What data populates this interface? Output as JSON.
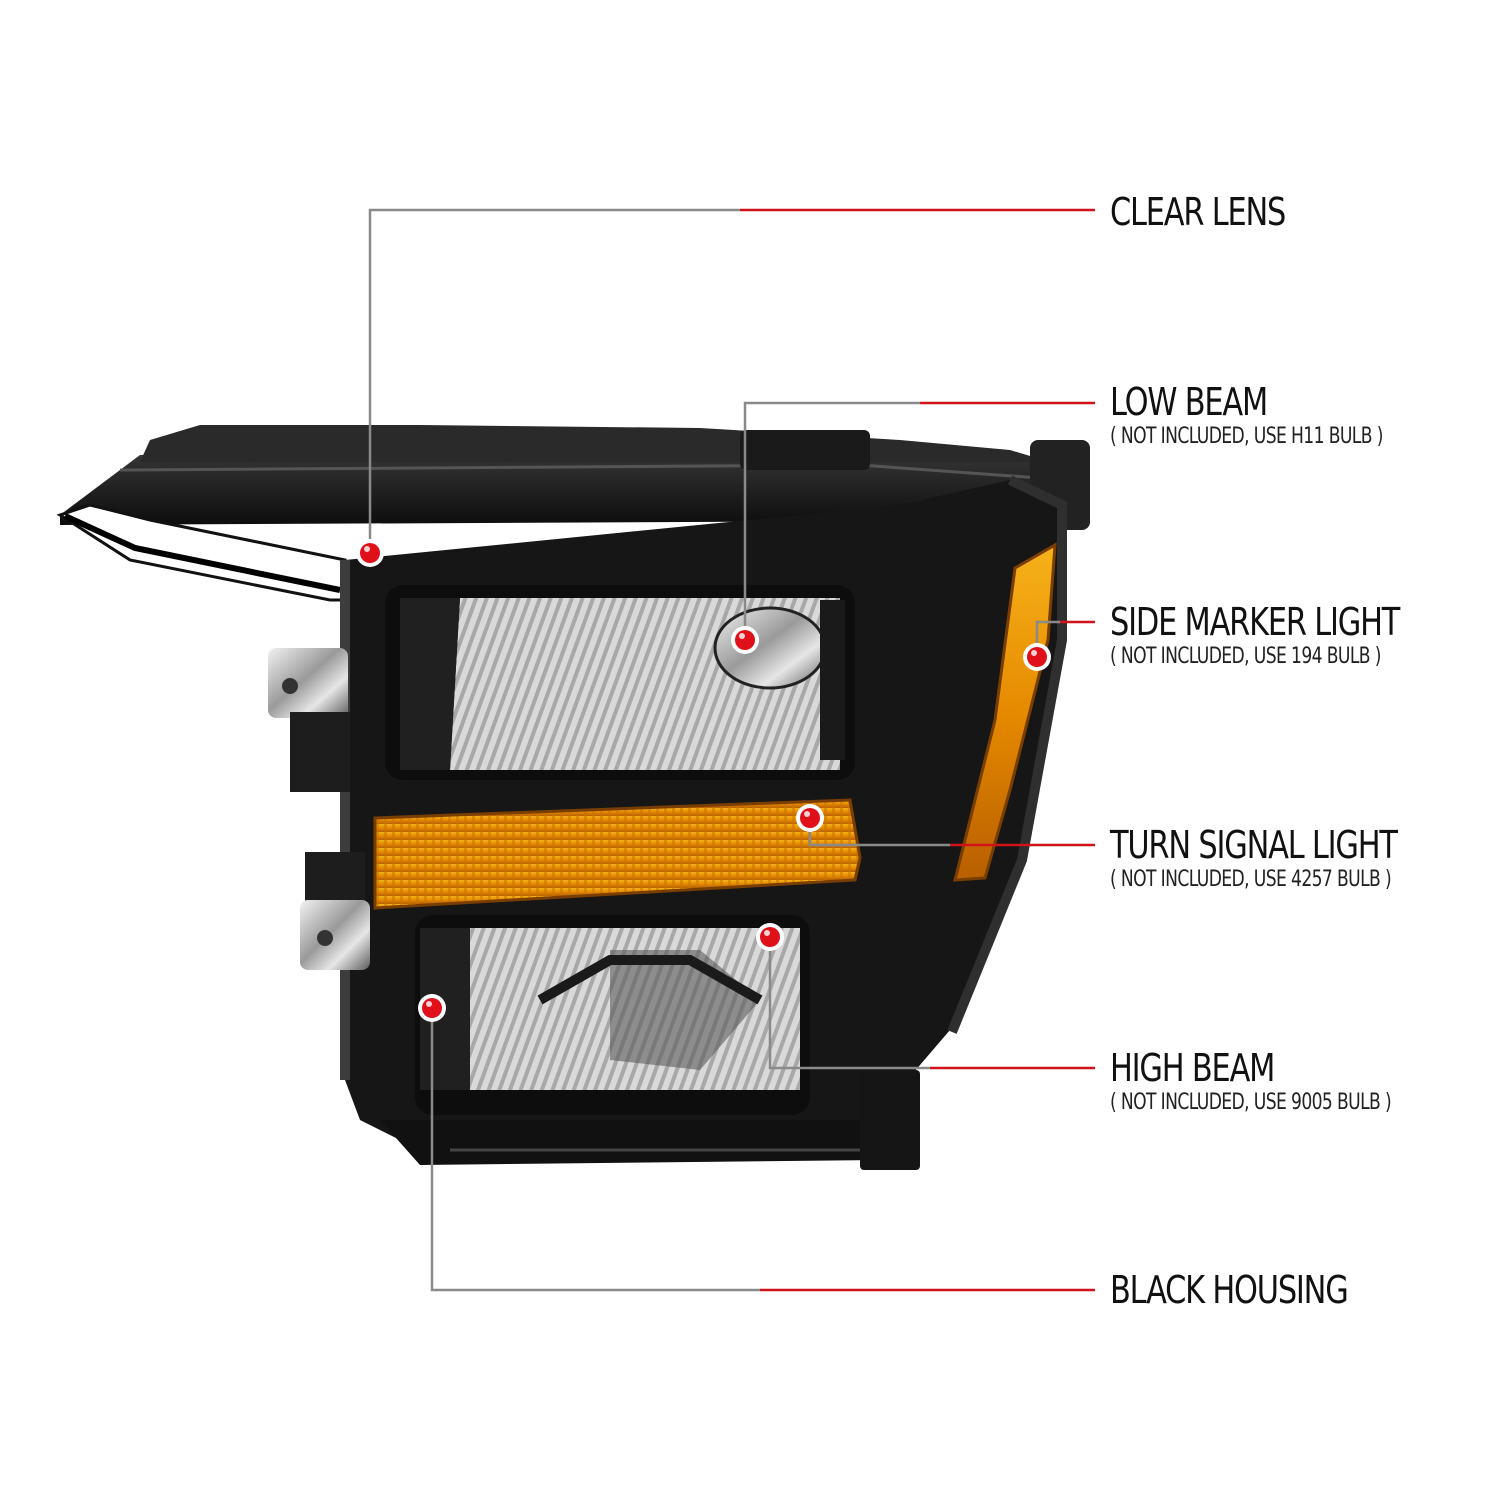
{
  "colors": {
    "line_gray": "#8a8a8a",
    "line_red": "#d0121b",
    "dot_red": "#e0101a",
    "housing": "#161616",
    "amber": "#e68a00"
  },
  "callouts": [
    {
      "id": "clear-lens",
      "name": "CLEAR LENS",
      "note": ""
    },
    {
      "id": "low-beam",
      "name": "LOW BEAM",
      "note": "( NOT INCLUDED, USE  H11  BULB )"
    },
    {
      "id": "side-marker-light",
      "name": "SIDE MARKER LIGHT",
      "note": "( NOT INCLUDED, USE  194  BULB )"
    },
    {
      "id": "turn-signal-light",
      "name": "TURN SIGNAL LIGHT",
      "note": "( NOT INCLUDED, USE  4257  BULB )"
    },
    {
      "id": "high-beam",
      "name": "HIGH BEAM",
      "note": "( NOT INCLUDED, USE  9005  BULB )"
    },
    {
      "id": "black-housing",
      "name": "BLACK HOUSING",
      "note": ""
    }
  ]
}
